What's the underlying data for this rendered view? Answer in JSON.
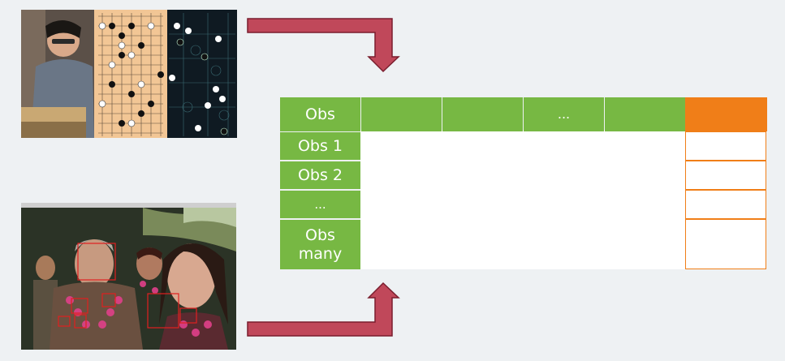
{
  "table": {
    "header": {
      "first": "Obs",
      "cells": [
        "",
        "",
        "...",
        ""
      ],
      "target": ""
    },
    "rows": [
      "Obs 1",
      "Obs 2",
      "...",
      "Obs many"
    ]
  },
  "colors": {
    "green": "#77b843",
    "orange": "#f07e18",
    "arrow": "#c0485a"
  },
  "images": [
    {
      "name": "go-player-photo",
      "description_icon": "go-board-icon"
    },
    {
      "name": "face-detection-photo",
      "description_icon": "bounding-box-icon"
    }
  ]
}
